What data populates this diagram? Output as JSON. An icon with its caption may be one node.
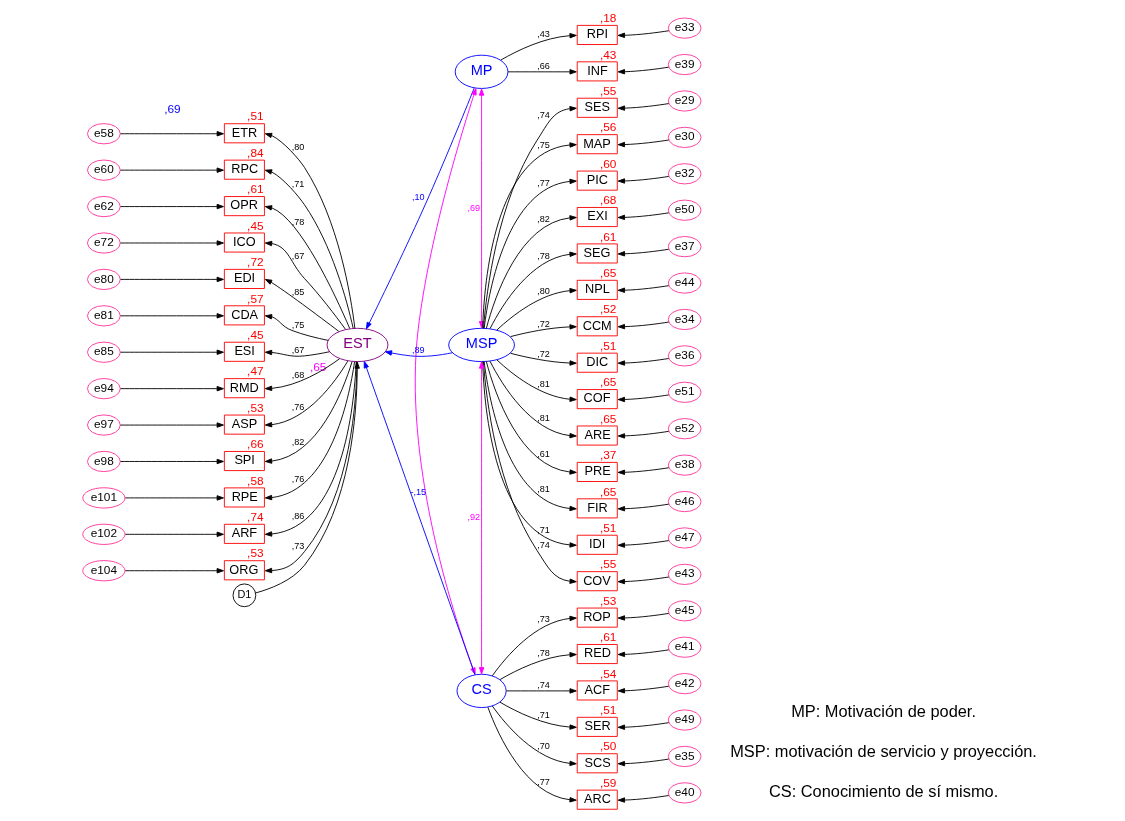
{
  "diagram": {
    "nodes": [
      {
        "text": [
          "MP"
        ]
      },
      {
        "text": [
          "RPI"
        ],
        "beside": [
          ",18"
        ]
      },
      {
        "text": [
          "INF"
        ],
        "beside": [
          ",43"
        ]
      },
      {
        "text": [
          "e33"
        ]
      },
      {
        "text": [
          "e39"
        ]
      },
      {
        "text": [
          "e58"
        ]
      },
      {
        "text": [
          "ETR"
        ],
        "beside": [
          ",51"
        ]
      },
      {
        "text": [
          "e60"
        ]
      },
      {
        "text": [
          "RPC"
        ],
        "beside": [
          ",84"
        ]
      },
      {
        "text": [
          "e62"
        ]
      },
      {
        "text": [
          "OPR"
        ],
        "beside": [
          ",61"
        ]
      },
      {
        "text": [
          "e72"
        ]
      },
      {
        "text": [
          "ICO"
        ],
        "beside": [
          ",45"
        ]
      },
      {
        "text": [
          "e80"
        ]
      },
      {
        "text": [
          "EDI"
        ],
        "beside": [
          ",72"
        ]
      },
      {
        "text": [
          "e81"
        ]
      },
      {
        "text": [
          "CDA"
        ],
        "beside": [
          ",57"
        ]
      },
      {
        "text": [
          "e85"
        ]
      },
      {
        "text": [
          "ESI"
        ],
        "beside": [
          ",45"
        ]
      },
      {
        "text": [
          "e94"
        ]
      },
      {
        "text": [
          "RMD"
        ],
        "beside": [
          ",47"
        ]
      },
      {
        "text": [
          "e97"
        ]
      },
      {
        "text": [
          "ASP"
        ],
        "beside": [
          ",53"
        ]
      },
      {
        "text": [
          "e98"
        ]
      },
      {
        "text": [
          "SPI"
        ],
        "beside": [
          ",66"
        ]
      },
      {
        "text": [
          "e101"
        ]
      },
      {
        "text": [
          "RPE"
        ],
        "beside": [
          ",58"
        ]
      },
      {
        "text": [
          "e102"
        ]
      },
      {
        "text": [
          "ARF"
        ],
        "beside": [
          ",74"
        ]
      },
      {
        "text": [
          "e104"
        ]
      },
      {
        "text": [
          "ORG"
        ],
        "beside": [
          ",53"
        ]
      },
      {
        "text": [
          "D1"
        ]
      },
      {
        "text": [
          "EST"
        ],
        "beside": [
          ",65"
        ]
      },
      {
        "text": [
          "MSP"
        ]
      },
      {
        "text": [
          "SES"
        ],
        "beside": [
          ",55"
        ]
      },
      {
        "text": [
          "e29"
        ]
      },
      {
        "text": [
          "MAP"
        ],
        "beside": [
          ",56"
        ]
      },
      {
        "text": [
          "e30"
        ]
      },
      {
        "text": [
          "PIC"
        ],
        "beside": [
          ",60"
        ]
      },
      {
        "text": [
          "e32"
        ]
      },
      {
        "text": [
          "EXI"
        ],
        "beside": [
          ",68"
        ]
      },
      {
        "text": [
          "e50"
        ]
      },
      {
        "text": [
          "SEG"
        ],
        "beside": [
          ",61"
        ]
      },
      {
        "text": [
          "e37"
        ]
      },
      {
        "text": [
          "NPL"
        ],
        "beside": [
          ",65"
        ]
      },
      {
        "text": [
          "e44"
        ]
      },
      {
        "text": [
          "CCM"
        ],
        "beside": [
          ",52"
        ]
      },
      {
        "text": [
          "e34"
        ]
      },
      {
        "text": [
          "DIC"
        ],
        "beside": [
          ",51"
        ]
      },
      {
        "text": [
          "e36"
        ]
      },
      {
        "text": [
          "COF"
        ],
        "beside": [
          ",65"
        ]
      },
      {
        "text": [
          "e51"
        ]
      },
      {
        "text": [
          "ARE"
        ],
        "beside": [
          ",65"
        ]
      },
      {
        "text": [
          "e52"
        ]
      },
      {
        "text": [
          "PRE"
        ],
        "beside": [
          ",37"
        ]
      },
      {
        "text": [
          "e38"
        ]
      },
      {
        "text": [
          "FIR"
        ],
        "beside": [
          ",65"
        ]
      },
      {
        "text": [
          "e46"
        ]
      },
      {
        "text": [
          "IDI"
        ],
        "beside": [
          ",51"
        ]
      },
      {
        "text": [
          "e47"
        ]
      },
      {
        "text": [
          "COV"
        ],
        "beside": [
          ",55"
        ]
      },
      {
        "text": [
          "e43"
        ]
      },
      {
        "text": [
          "CS"
        ]
      },
      {
        "text": [
          "ROP"
        ],
        "beside": [
          ",53"
        ]
      },
      {
        "text": [
          "e45"
        ]
      },
      {
        "text": [
          "RED"
        ],
        "beside": [
          ",61"
        ]
      },
      {
        "text": [
          "e41"
        ]
      },
      {
        "text": [
          "ACF"
        ],
        "beside": [
          ",54"
        ]
      },
      {
        "text": [
          "e42"
        ]
      },
      {
        "text": [
          "SER"
        ],
        "beside": [
          ",51"
        ]
      },
      {
        "text": [
          "e49"
        ]
      },
      {
        "text": [
          "SCS"
        ],
        "beside": [
          ",50"
        ]
      },
      {
        "text": [
          "e35"
        ]
      },
      {
        "text": [
          "ARC"
        ],
        "beside": [
          ",59"
        ]
      },
      {
        "text": [
          "e40"
        ]
      }
    ],
    "edges": [
      {
        "from": 0,
        "to": 1,
        "arrow": "to",
        "label": ",43"
      },
      {
        "from": 0,
        "to": 2,
        "arrow": "to",
        "label": ",66"
      },
      {
        "from": 3,
        "to": 1,
        "arrow": "to"
      },
      {
        "from": 4,
        "to": 2,
        "arrow": "to"
      },
      {
        "from": 32,
        "to": 6,
        "arrow": "to",
        "label": ",80"
      },
      {
        "from": 5,
        "to": 6,
        "arrow": "to"
      },
      {
        "from": 32,
        "to": 8,
        "arrow": "to",
        "label": ",71"
      },
      {
        "from": 7,
        "to": 8,
        "arrow": "to"
      },
      {
        "from": 32,
        "to": 10,
        "arrow": "to",
        "label": ",78"
      },
      {
        "from": 9,
        "to": 10,
        "arrow": "to"
      },
      {
        "from": 32,
        "to": 12,
        "arrow": "to",
        "label": ",67"
      },
      {
        "from": 11,
        "to": 12,
        "arrow": "to"
      },
      {
        "from": 32,
        "to": 14,
        "arrow": "to",
        "label": ",85"
      },
      {
        "from": 13,
        "to": 14,
        "arrow": "to"
      },
      {
        "from": 32,
        "to": 16,
        "arrow": "to",
        "label": ",75"
      },
      {
        "from": 15,
        "to": 16,
        "arrow": "to"
      },
      {
        "from": 32,
        "to": 18,
        "arrow": "to",
        "label": ",67"
      },
      {
        "from": 17,
        "to": 18,
        "arrow": "to"
      },
      {
        "from": 32,
        "to": 20,
        "arrow": "to",
        "label": ",68"
      },
      {
        "from": 19,
        "to": 20,
        "arrow": "to"
      },
      {
        "from": 32,
        "to": 22,
        "arrow": "to",
        "label": ",76"
      },
      {
        "from": 21,
        "to": 22,
        "arrow": "to"
      },
      {
        "from": 32,
        "to": 24,
        "arrow": "to",
        "label": ",82"
      },
      {
        "from": 23,
        "to": 24,
        "arrow": "to"
      },
      {
        "from": 32,
        "to": 26,
        "arrow": "to",
        "label": ",76"
      },
      {
        "from": 25,
        "to": 26,
        "arrow": "to"
      },
      {
        "from": 32,
        "to": 28,
        "arrow": "to",
        "label": ",86"
      },
      {
        "from": 27,
        "to": 28,
        "arrow": "to"
      },
      {
        "from": 32,
        "to": 30,
        "arrow": "to",
        "label": ",73"
      },
      {
        "from": 29,
        "to": 30,
        "arrow": "to"
      },
      {
        "from": 31,
        "to": 32,
        "arrow": "to"
      },
      {
        "from": 0,
        "to": 32,
        "arrow": "to",
        "label": ",10",
        "color": "#0000ff"
      },
      {
        "from": 33,
        "to": 32,
        "arrow": "to",
        "label": ",89",
        "color": "#0000ff"
      },
      {
        "from": 62,
        "to": 32,
        "arrow": "to",
        "label": "-,15",
        "color": "#0000ff"
      },
      {
        "from": 0,
        "to": 33,
        "arrow": "both",
        "label": ",69",
        "color": "#ff00ff"
      },
      {
        "from": 0,
        "to": 62,
        "arrow": "both",
        "color": "#ff00ff"
      },
      {
        "from": 33,
        "to": 62,
        "arrow": "both",
        "label": ",92",
        "color": "#ff00ff"
      },
      {
        "from": 33,
        "to": 34,
        "arrow": "to",
        "label": ",74"
      },
      {
        "from": 35,
        "to": 34,
        "arrow": "to"
      },
      {
        "from": 33,
        "to": 36,
        "arrow": "to",
        "label": ",75"
      },
      {
        "from": 37,
        "to": 36,
        "arrow": "to"
      },
      {
        "from": 33,
        "to": 38,
        "arrow": "to",
        "label": ",77"
      },
      {
        "from": 39,
        "to": 38,
        "arrow": "to"
      },
      {
        "from": 33,
        "to": 40,
        "arrow": "to",
        "label": ",82"
      },
      {
        "from": 41,
        "to": 40,
        "arrow": "to"
      },
      {
        "from": 33,
        "to": 42,
        "arrow": "to",
        "label": ",78"
      },
      {
        "from": 43,
        "to": 42,
        "arrow": "to"
      },
      {
        "from": 33,
        "to": 44,
        "arrow": "to",
        "label": ",80"
      },
      {
        "from": 45,
        "to": 44,
        "arrow": "to"
      },
      {
        "from": 33,
        "to": 46,
        "arrow": "to",
        "label": ",72"
      },
      {
        "from": 47,
        "to": 46,
        "arrow": "to"
      },
      {
        "from": 33,
        "to": 48,
        "arrow": "to",
        "label": ",72"
      },
      {
        "from": 49,
        "to": 48,
        "arrow": "to"
      },
      {
        "from": 33,
        "to": 50,
        "arrow": "to",
        "label": ",81"
      },
      {
        "from": 51,
        "to": 50,
        "arrow": "to"
      },
      {
        "from": 33,
        "to": 52,
        "arrow": "to",
        "label": ",81"
      },
      {
        "from": 53,
        "to": 52,
        "arrow": "to"
      },
      {
        "from": 33,
        "to": 54,
        "arrow": "to",
        "label": ",61"
      },
      {
        "from": 55,
        "to": 54,
        "arrow": "to"
      },
      {
        "from": 33,
        "to": 56,
        "arrow": "to",
        "label": ",81"
      },
      {
        "from": 57,
        "to": 56,
        "arrow": "to"
      },
      {
        "from": 33,
        "to": 58,
        "arrow": "to",
        "label": ",71"
      },
      {
        "from": 59,
        "to": 58,
        "arrow": "to"
      },
      {
        "from": 33,
        "to": 60,
        "arrow": "to",
        "label": ",74"
      },
      {
        "from": 61,
        "to": 60,
        "arrow": "to"
      },
      {
        "from": 62,
        "to": 63,
        "arrow": "to",
        "label": ",73"
      },
      {
        "from": 64,
        "to": 63,
        "arrow": "to"
      },
      {
        "from": 62,
        "to": 65,
        "arrow": "to",
        "label": ",78"
      },
      {
        "from": 66,
        "to": 65,
        "arrow": "to"
      },
      {
        "from": 62,
        "to": 67,
        "arrow": "to",
        "label": ",74"
      },
      {
        "from": 68,
        "to": 67,
        "arrow": "to"
      },
      {
        "from": 62,
        "to": 69,
        "arrow": "to",
        "label": ",71"
      },
      {
        "from": 70,
        "to": 69,
        "arrow": "to"
      },
      {
        "from": 62,
        "to": 71,
        "arrow": "to",
        "label": ",70"
      },
      {
        "from": 72,
        "to": 71,
        "arrow": "to"
      },
      {
        "from": 62,
        "to": 73,
        "arrow": "to",
        "label": ",77"
      },
      {
        "from": 74,
        "to": 73,
        "arrow": "to"
      }
    ],
    "labels": [
      ",69",
      "MP: Motivación de poder.",
      "MSP: motivación de servicio y proyección.",
      "CS: Conocimiento de sí mismo."
    ]
  }
}
